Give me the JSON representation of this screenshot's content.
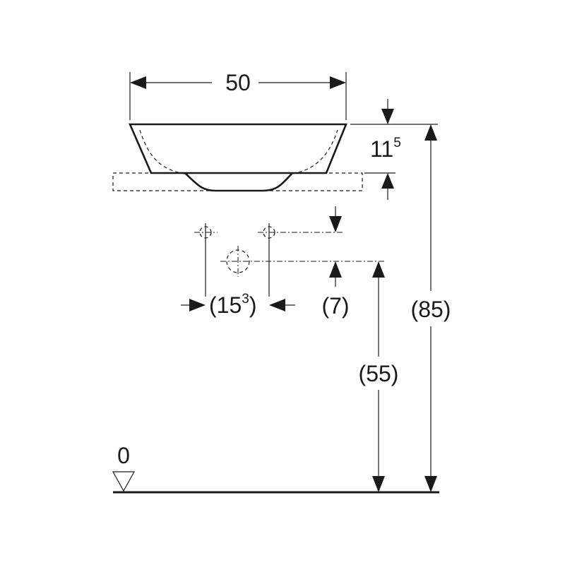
{
  "dimensions": {
    "width": {
      "value": "50"
    },
    "rim_height": {
      "main": "11",
      "sup": "5"
    },
    "hole_spacing": {
      "open": "(15",
      "sup": "3",
      "close": ")"
    },
    "hole_offset": {
      "value": "(7)"
    },
    "drain_height": {
      "value": "(55)"
    },
    "total_height": {
      "value": "(85)"
    },
    "floor_level": {
      "value": "0"
    }
  }
}
